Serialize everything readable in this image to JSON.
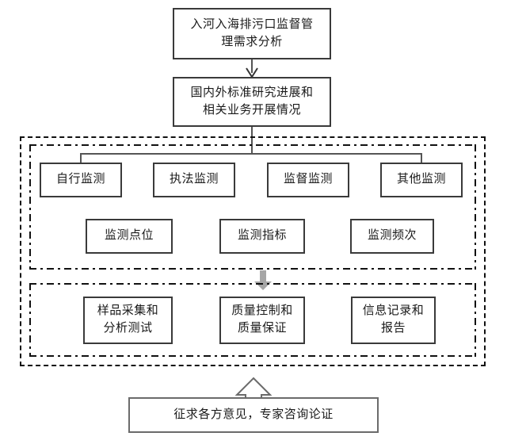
{
  "diagram": {
    "title_box": {
      "label": "入河入海排污口监督管\n理需求分析"
    },
    "research_box": {
      "label": "国内外标准研究进展和\n相关业务开展情况"
    },
    "monitoring_types": [
      {
        "label": "自行监测"
      },
      {
        "label": "执法监测"
      },
      {
        "label": "监督监测"
      },
      {
        "label": "其他监测"
      }
    ],
    "monitoring_params": [
      {
        "label": "监测点位"
      },
      {
        "label": "监测指标"
      },
      {
        "label": "监测频次"
      }
    ],
    "process_steps": [
      {
        "label": "样品采集和\n分析测试"
      },
      {
        "label": "质量控制和\n质量保证"
      },
      {
        "label": "信息记录和\n报告"
      }
    ],
    "feedback_box": {
      "label": "征求各方意见，专家咨询论证"
    },
    "colors": {
      "box_border": "#3a3a3a",
      "dashed_border": "#111111",
      "connector": "#555555",
      "gray_arrow": "#a6a6a6",
      "background": "#ffffff",
      "text": "#1a1a1a"
    }
  }
}
